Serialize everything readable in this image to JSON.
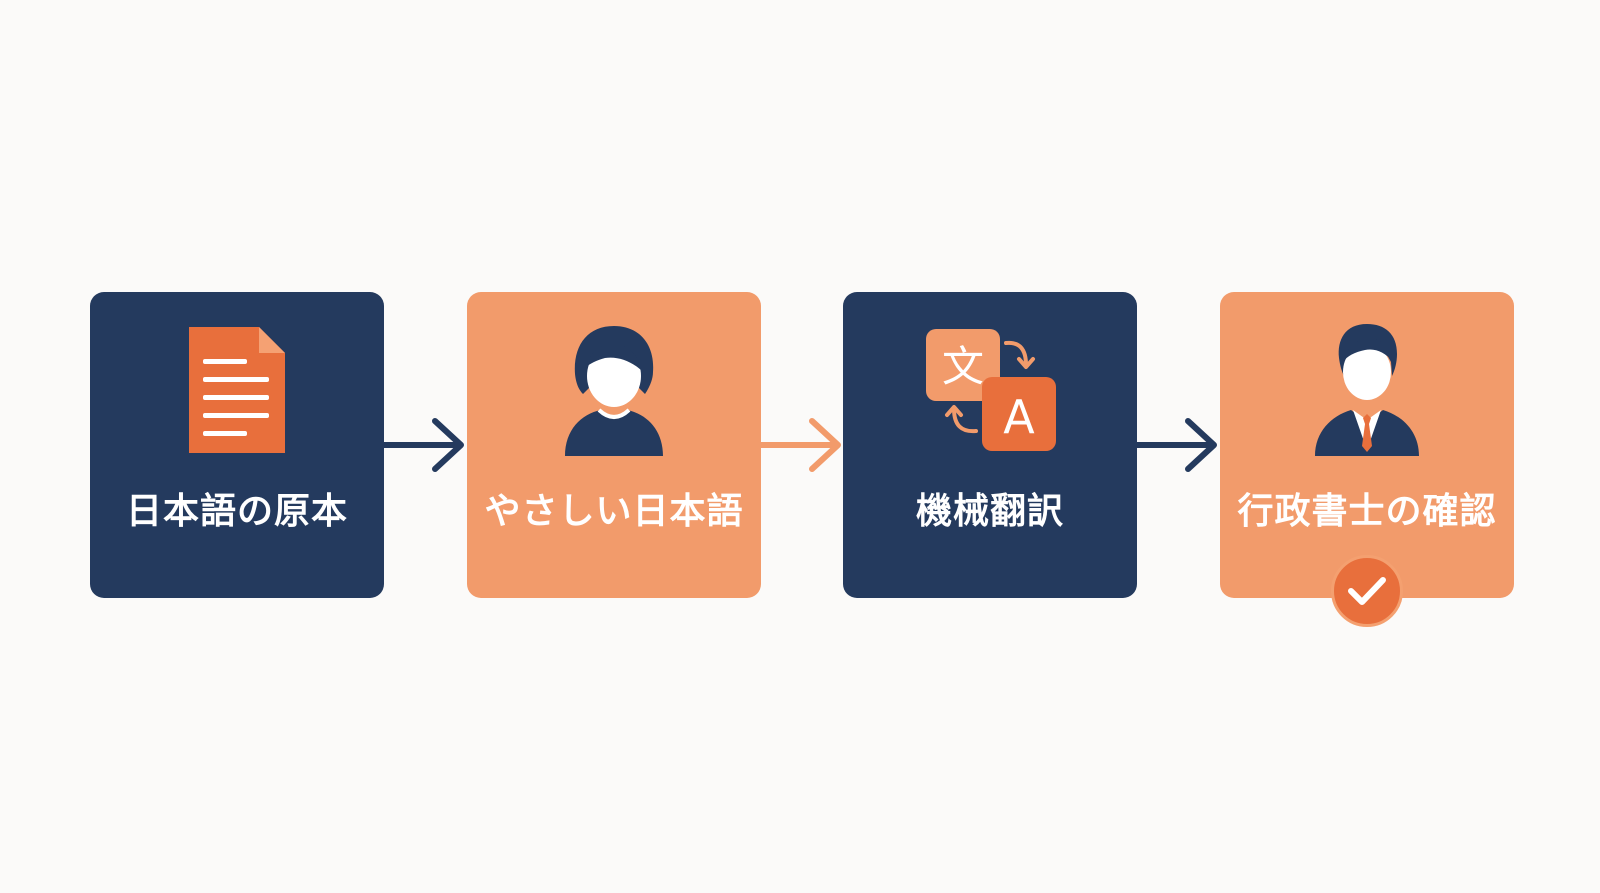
{
  "colors": {
    "navy": "#243a5e",
    "orange": "#f29b6b",
    "orange_dark": "#e86f3c",
    "white": "#ffffff"
  },
  "steps": [
    {
      "label": "日本語の原本",
      "icon": "document-icon",
      "theme": "navy"
    },
    {
      "label": "やさしい日本語",
      "icon": "person-icon",
      "theme": "orange"
    },
    {
      "label": "機械翻訳",
      "icon": "translate-icon",
      "theme": "navy"
    },
    {
      "label": "行政書士の確認",
      "icon": "businessman-icon",
      "theme": "orange"
    }
  ],
  "translate_icon": {
    "source_glyph": "文",
    "target_glyph": "A"
  },
  "check_badge": {
    "icon": "checkmark-icon"
  }
}
